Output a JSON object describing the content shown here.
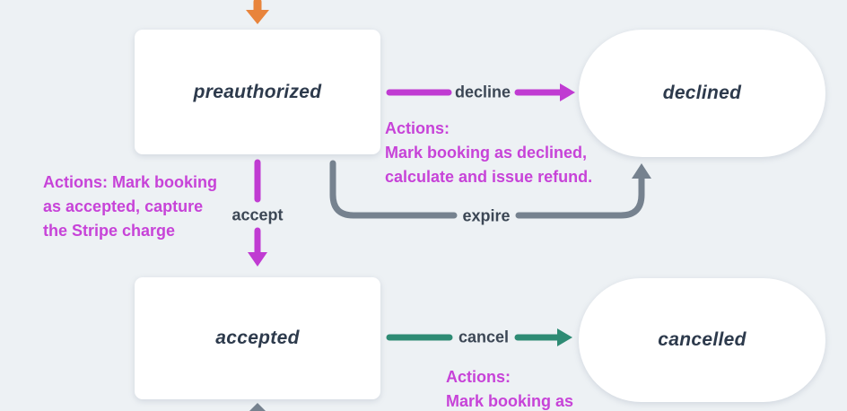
{
  "diagram_type": "booking-state-machine",
  "colors": {
    "background": "#edf1f4",
    "node_fill": "#ffffff",
    "state_text": "#2d3a4c",
    "transition_label_text": "#3c4755",
    "magenta_arrow": "#c03bd2",
    "magenta_annotation_text": "#c743d8",
    "gray_arrow": "#76828f",
    "teal_arrow": "#2e8b74",
    "orange_arrow": "#e8843c"
  },
  "states": {
    "preauthorized": {
      "label": "preauthorized",
      "shape": "rectangle"
    },
    "declined": {
      "label": "declined",
      "shape": "pill"
    },
    "accepted": {
      "label": "accepted",
      "shape": "rectangle"
    },
    "cancelled": {
      "label": "cancelled",
      "shape": "pill"
    }
  },
  "transitions": {
    "decline": {
      "label": "decline",
      "from": "preauthorized",
      "to": "declined",
      "color": "#c03bd2"
    },
    "accept": {
      "label": "accept",
      "from": "preauthorized",
      "to": "accepted",
      "color": "#c03bd2"
    },
    "expire": {
      "label": "expire",
      "from": "preauthorized",
      "to": "declined",
      "color": "#76828f"
    },
    "cancel": {
      "label": "cancel",
      "from": "accepted",
      "to": "cancelled",
      "color": "#2e8b74"
    }
  },
  "annotations": {
    "accept_actions": "Actions: Mark booking\nas accepted, capture\nthe Stripe charge",
    "decline_actions": "Actions:\nMark booking as declined,\ncalculate and issue refund.",
    "cancel_actions": "Actions:\nMark booking as"
  }
}
